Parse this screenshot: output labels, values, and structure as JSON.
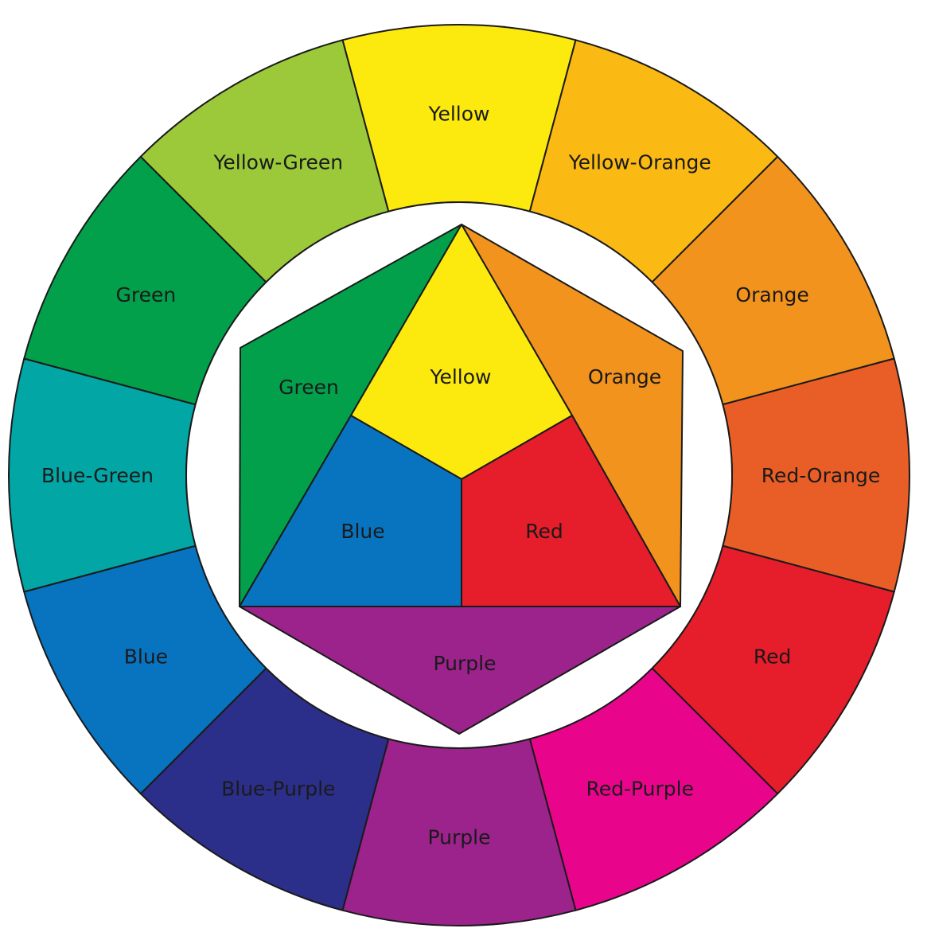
{
  "outer_ring": [
    {
      "name": "Yellow",
      "color": "#FCEA0E"
    },
    {
      "name": "Yellow-Orange",
      "color": "#FBBA13"
    },
    {
      "name": "Orange",
      "color": "#F2931E"
    },
    {
      "name": "Red-Orange",
      "color": "#E95E26"
    },
    {
      "name": "Red",
      "color": "#E61D2A"
    },
    {
      "name": "Red-Purple",
      "color": "#E8058B"
    },
    {
      "name": "Purple",
      "color": "#9B238B"
    },
    {
      "name": "Blue-Purple",
      "color": "#2B2F8A"
    },
    {
      "name": "Blue",
      "color": "#0874BF"
    },
    {
      "name": "Blue-Green",
      "color": "#02A6A5"
    },
    {
      "name": "Green",
      "color": "#03A04C"
    },
    {
      "name": "Yellow-Green",
      "color": "#9BC93A"
    }
  ],
  "inner_hexagon": {
    "primary_triangle": [
      {
        "name": "Yellow",
        "color": "#FCEA0E"
      },
      {
        "name": "Blue",
        "color": "#0874BF"
      },
      {
        "name": "Red",
        "color": "#E61D2A"
      }
    ],
    "secondary_triangles": [
      {
        "name": "Green",
        "color": "#03A04C"
      },
      {
        "name": "Orange",
        "color": "#F2931E"
      },
      {
        "name": "Purple",
        "color": "#9B238B"
      }
    ]
  }
}
